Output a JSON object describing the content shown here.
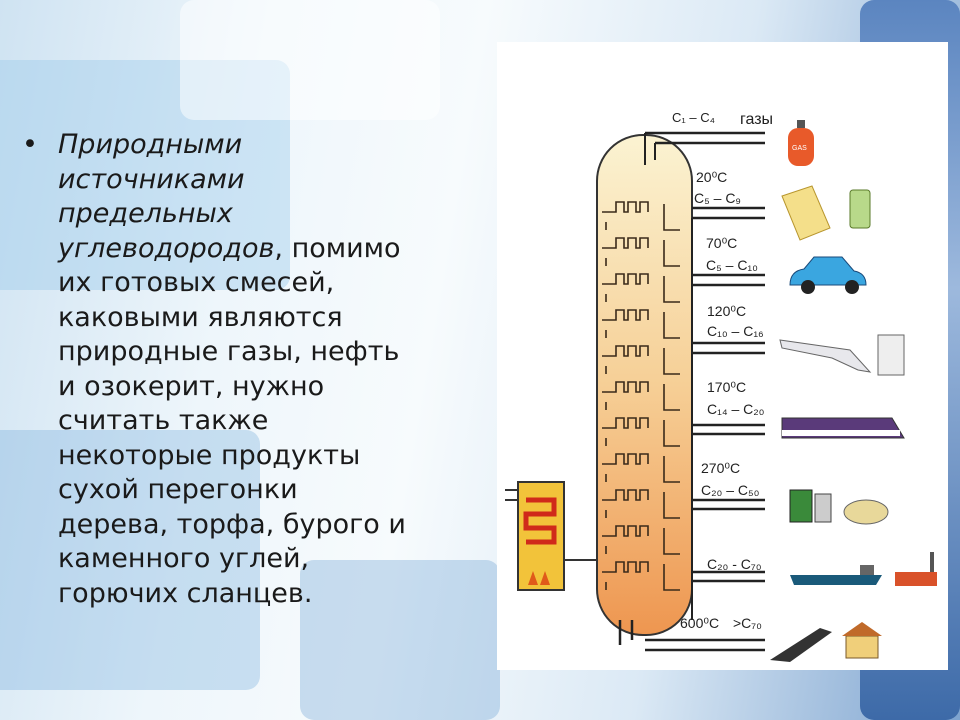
{
  "slide": {
    "bullet_lines": [
      [
        {
          "t": "Природными",
          "i": true
        }
      ],
      [
        {
          "t": "источниками",
          "i": true
        }
      ],
      [
        {
          "t": "предельных",
          "i": true
        }
      ],
      [
        {
          "t": "углеводородов",
          "i": true
        },
        {
          "t": ", помимо",
          "i": false
        }
      ],
      [
        {
          "t": "их готовых смесей,",
          "i": false
        }
      ],
      [
        {
          "t": "каковыми являются",
          "i": false
        }
      ],
      [
        {
          "t": "природные газы, нефть",
          "i": false
        }
      ],
      [
        {
          "t": "и озокерит, нужно",
          "i": false
        }
      ],
      [
        {
          "t": "считать также",
          "i": false
        }
      ],
      [
        {
          "t": "некоторые продукты",
          "i": false
        }
      ],
      [
        {
          "t": "сухой перегонки",
          "i": false
        }
      ],
      [
        {
          "t": "дерева, торфа, бурого и",
          "i": false
        }
      ],
      [
        {
          "t": "каменного углей,",
          "i": false
        }
      ],
      [
        {
          "t": "горючих сланцев.",
          "i": false
        }
      ]
    ],
    "bullet_symbol": "•"
  },
  "diagram": {
    "fractions": {
      "gases": {
        "carbons": "C₁ – C₄",
        "name": "газы",
        "icon_text": "GAS"
      },
      "f20": {
        "temp": "20⁰C",
        "carbons": "C₅ – C₉"
      },
      "f70": {
        "temp": "70⁰C",
        "carbons": "C₅ – C₁₀"
      },
      "f120": {
        "temp": "120⁰C",
        "carbons": "C₁₀ – C₁₆"
      },
      "f170": {
        "temp": "170⁰C",
        "carbons": "C₁₄ – C₂₀"
      },
      "f270": {
        "temp": "270⁰C",
        "carbons": "C₂₀ – C₅₀"
      },
      "f_residue": {
        "carbons": "C₂₀ - C₇₀"
      },
      "f600": {
        "temp": "600⁰C",
        "carbons": ">C₇₀"
      }
    },
    "colors": {
      "column_top": "#fbf0c8",
      "column_bottom": "#ef9a52",
      "line": "#2b2b2b"
    }
  }
}
